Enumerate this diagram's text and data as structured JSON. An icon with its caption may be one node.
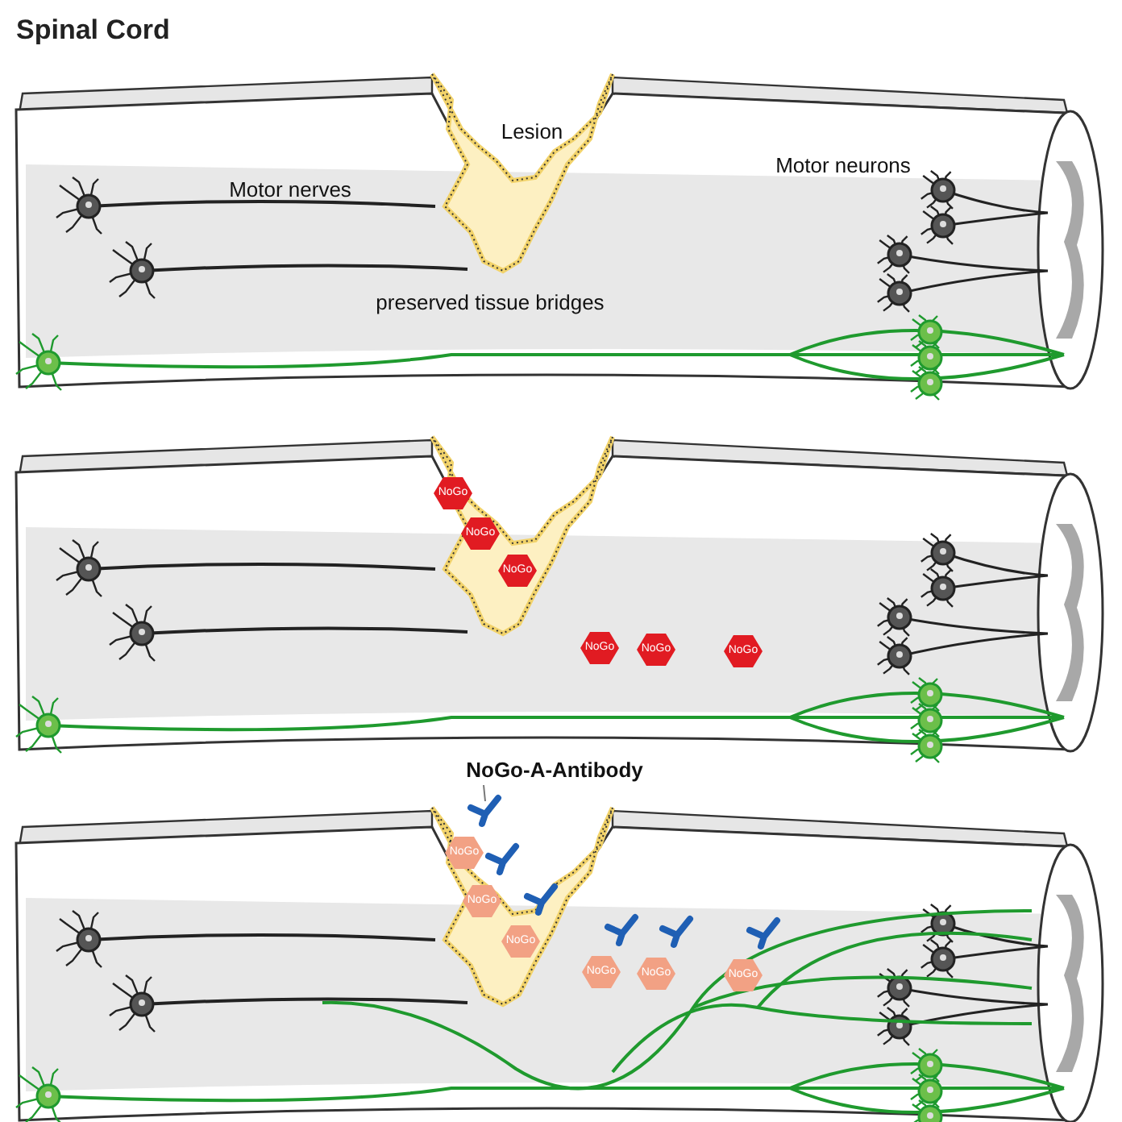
{
  "diagram": {
    "title": "Spinal Cord",
    "nodes": [
      {
        "text": [
          "NoGo"
        ]
      },
      {
        "text": [
          "NoGo"
        ]
      },
      {
        "text": [
          "NoGo"
        ]
      },
      {
        "text": [
          "NoGo"
        ]
      },
      {
        "text": [
          "NoGo"
        ]
      },
      {
        "text": [
          "NoGo"
        ]
      },
      {
        "text": [
          "NoGo"
        ]
      },
      {
        "text": [
          "NoGo"
        ]
      },
      {
        "text": [
          "NoGo"
        ]
      },
      {
        "text": [
          "NoGo"
        ]
      },
      {
        "text": [
          "NoGo"
        ]
      },
      {
        "text": [
          "NoGo"
        ]
      },
      {
        "text": [
          "NoGo-A-Antibody"
        ]
      },
      {
        "text": [],
        "shape": "picture"
      }
    ],
    "edges": [
      {
        "from": 12,
        "to": 13,
        "arrow": "none"
      }
    ],
    "labels": [
      "Lesion",
      "Motor nerves",
      "Motor neurons",
      "preserved tissue bridges"
    ]
  }
}
